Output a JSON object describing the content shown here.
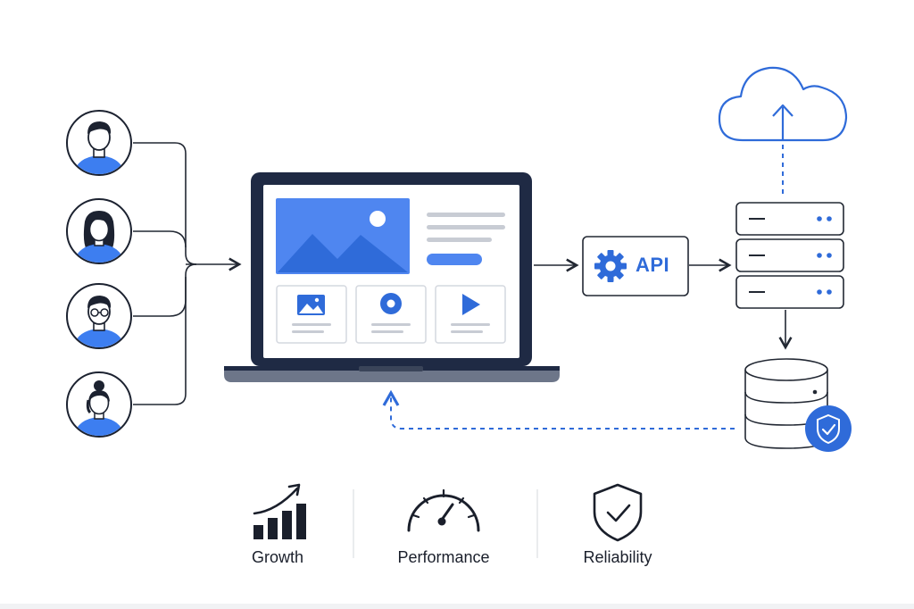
{
  "diagram": {
    "api_label": "API",
    "benefits": [
      {
        "label": "Growth",
        "icon": "bar-chart-growth-icon"
      },
      {
        "label": "Performance",
        "icon": "speedometer-icon"
      },
      {
        "label": "Reliability",
        "icon": "shield-check-icon"
      }
    ],
    "users": [
      {
        "icon": "user-male-icon"
      },
      {
        "icon": "user-female-icon"
      },
      {
        "icon": "user-glasses-icon"
      },
      {
        "icon": "user-bun-icon"
      }
    ],
    "colors": {
      "accent_blue": "#2f6bd9",
      "bright_blue": "#3d7ef0",
      "navy": "#1f2a44",
      "line_dark": "#222833",
      "light_blue_fill": "#4f86f0",
      "panel_gray": "#d4d8df"
    }
  }
}
